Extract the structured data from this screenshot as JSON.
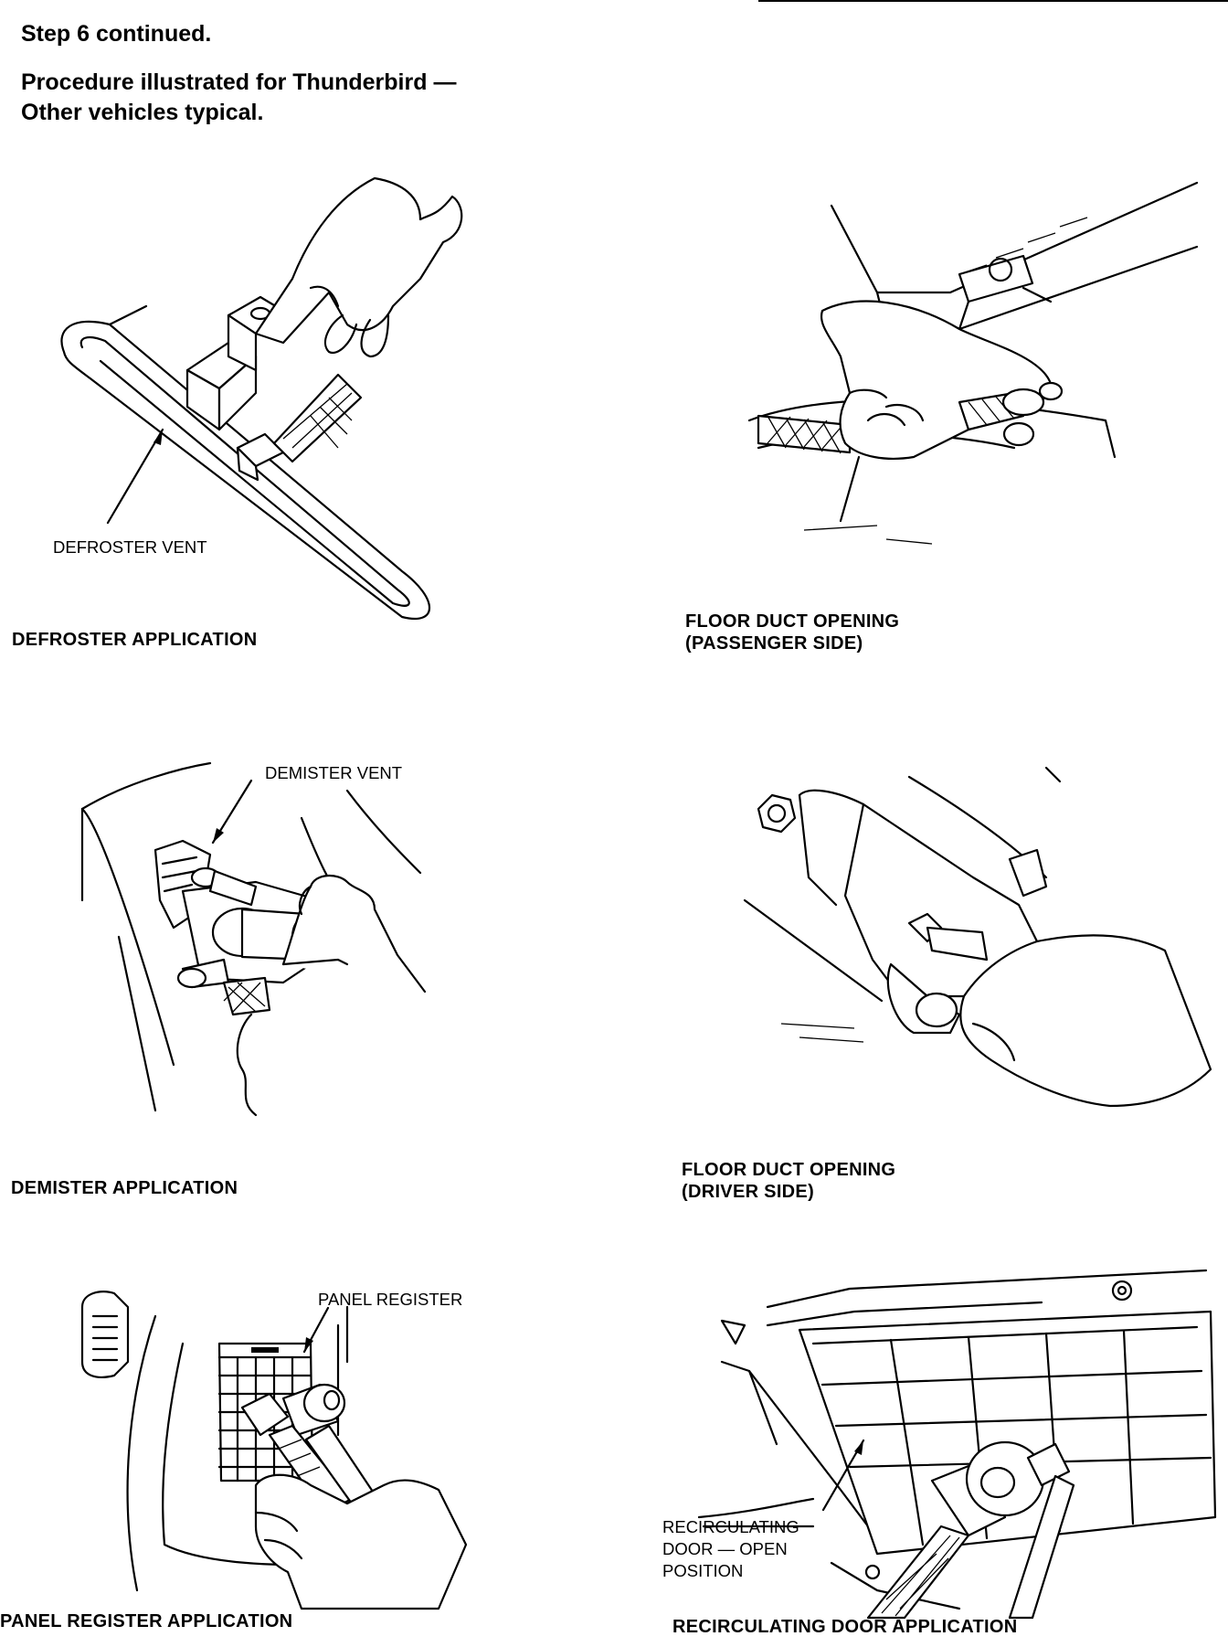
{
  "header": {
    "step": "Step 6 continued.",
    "procedure_lines": [
      "Procedure illustrated for Thunderbird —",
      "Other vehicles typical."
    ]
  },
  "figures": {
    "defroster": {
      "caption": "DEFROSTER APPLICATION",
      "callout": "DEFROSTER VENT"
    },
    "floor_passenger": {
      "caption_lines": [
        "FLOOR DUCT OPENING",
        "(PASSENGER SIDE)"
      ]
    },
    "demister": {
      "caption": "DEMISTER APPLICATION",
      "callout": "DEMISTER VENT"
    },
    "floor_driver": {
      "caption_lines": [
        "FLOOR DUCT OPENING",
        "(DRIVER SIDE)"
      ]
    },
    "panel_register": {
      "caption": "PANEL REGISTER APPLICATION",
      "callout": "PANEL REGISTER"
    },
    "recirculating": {
      "caption": "RECIRCULATING DOOR APPLICATION",
      "callout_lines": [
        "RECIRCULATING",
        "DOOR — OPEN",
        "POSITION"
      ]
    }
  }
}
